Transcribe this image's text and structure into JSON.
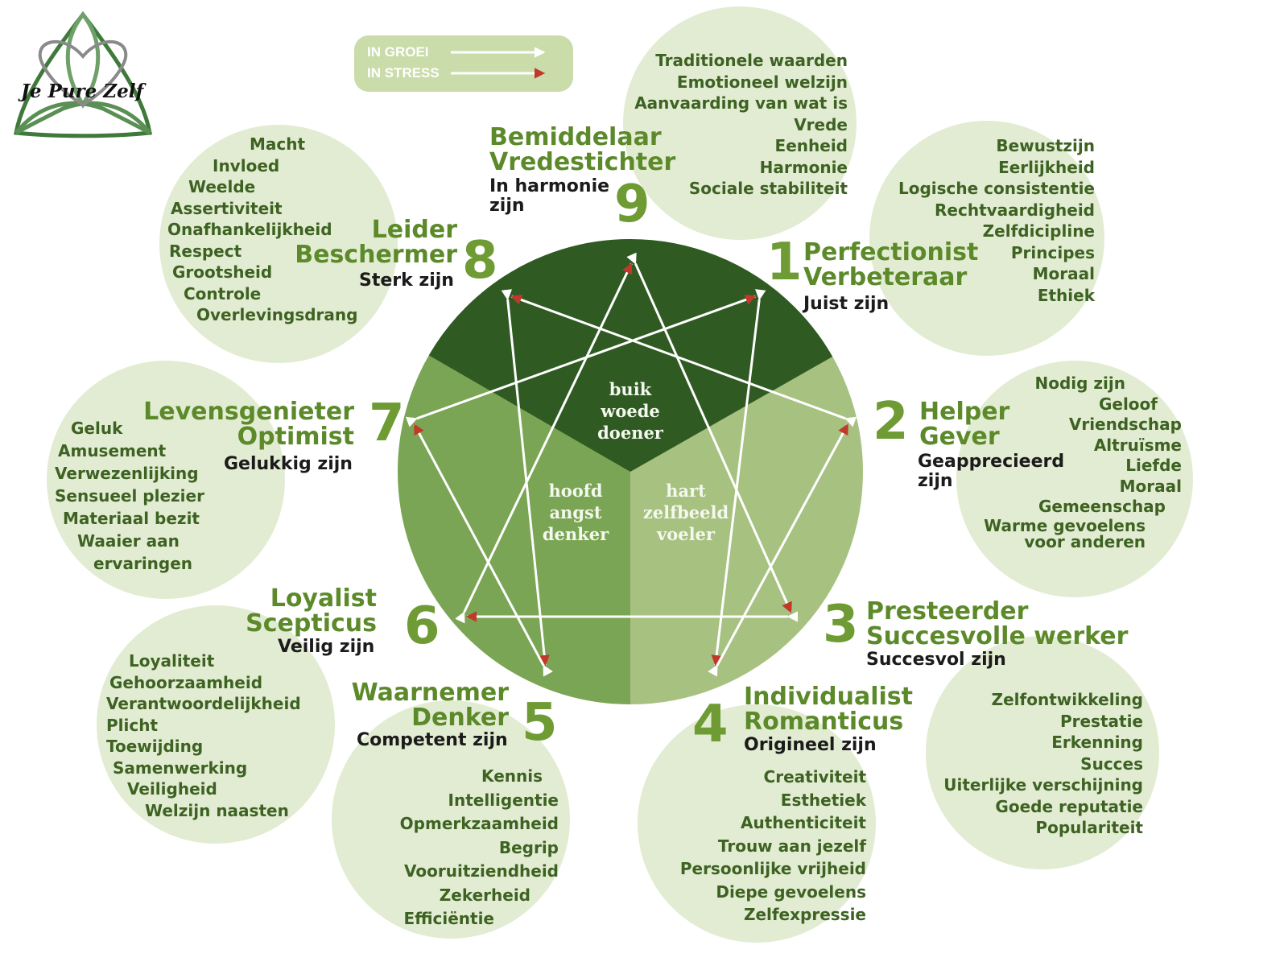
{
  "logo": {
    "text": "Je Pure Zelf"
  },
  "legend": {
    "growth": "IN GROEI",
    "stress": "IN STRESS",
    "growth_arrow_color": "#ffffff",
    "stress_arrow_color": "#c0392b"
  },
  "colors": {
    "bubble": "#e2ecd2",
    "gut_center": "#2f5a22",
    "head_center": "#7aa554",
    "heart_center": "#a7c181",
    "title": "#5c8a2a",
    "value_text": "#3d6222"
  },
  "centers": [
    {
      "id": "buik",
      "lines": [
        "buik",
        "woede",
        "doener"
      ]
    },
    {
      "id": "hoofd",
      "lines": [
        "hoofd",
        "angst",
        "denker"
      ]
    },
    {
      "id": "hart",
      "lines": [
        "hart",
        "zelfbeeld",
        "voeler"
      ]
    }
  ],
  "types": [
    {
      "number": "1",
      "titles": [
        "Perfectionist",
        "Verbeteraar"
      ],
      "desc": [
        "Juist zijn"
      ],
      "values": [
        "Bewustzijn",
        "Eerlijkheid",
        "Logische consistentie",
        "Rechtvaardigheid",
        "Zelfdicipline",
        "Principes",
        "Moraal",
        "Ethiek"
      ]
    },
    {
      "number": "2",
      "titles": [
        "Helper",
        "Gever"
      ],
      "desc": [
        "Geapprecieerd",
        "zijn"
      ],
      "values": [
        "Nodig zijn",
        "Geloof",
        "Vriendschap",
        "Altruïsme",
        "Liefde",
        "Moraal",
        "Gemeenschap",
        "Warme gevoelens",
        "voor anderen"
      ]
    },
    {
      "number": "3",
      "titles": [
        "Presteerder",
        "Succesvolle werker"
      ],
      "desc": [
        "Succesvol zijn"
      ],
      "values": [
        "Zelfontwikkeling",
        "Prestatie",
        "Erkenning",
        "Succes",
        "Uiterlijke verschijning",
        "Goede reputatie",
        "Populariteit"
      ]
    },
    {
      "number": "4",
      "titles": [
        "Individualist",
        "Romanticus"
      ],
      "desc": [
        "Origineel zijn"
      ],
      "values": [
        "Creativiteit",
        "Esthetiek",
        "Authenticiteit",
        "Trouw aan jezelf",
        "Persoonlijke vrijheid",
        "Diepe gevoelens",
        "Zelfexpressie"
      ]
    },
    {
      "number": "5",
      "titles": [
        "Waarnemer",
        "Denker"
      ],
      "desc": [
        "Competent zijn"
      ],
      "values": [
        "Kennis",
        "Intelligentie",
        "Opmerkzaamheid",
        "Begrip",
        "Vooruitziendheid",
        "Zekerheid",
        "Efficiëntie"
      ]
    },
    {
      "number": "6",
      "titles": [
        "Loyalist",
        "Scepticus"
      ],
      "desc": [
        "Veilig zijn"
      ],
      "values": [
        "Loyaliteit",
        "Gehoorzaamheid",
        "Verantwoordelijkheid",
        "Plicht",
        "Toewijding",
        "Samenwerking",
        "Veiligheid",
        "Welzijn naasten"
      ]
    },
    {
      "number": "7",
      "titles": [
        "Levensgenieter",
        "Optimist"
      ],
      "desc": [
        "Gelukkig zijn"
      ],
      "values": [
        "Geluk",
        "Amusement",
        "Verwezenlijking",
        "Sensueel plezier",
        "Materiaal bezit",
        "Waaier aan",
        "ervaringen"
      ]
    },
    {
      "number": "8",
      "titles": [
        "Leider",
        "Beschermer"
      ],
      "desc": [
        "Sterk zijn"
      ],
      "values": [
        "Macht",
        "Invloed",
        "Weelde",
        "Assertiviteit",
        "Onafhankelijkheid",
        "Respect",
        "Grootsheid",
        "Controle",
        "Overlevingsdrang"
      ]
    },
    {
      "number": "9",
      "titles": [
        "Bemiddelaar",
        "Vredestichter"
      ],
      "desc": [
        "In harmonie",
        "zijn"
      ],
      "values": [
        "Traditionele waarden",
        "Emotioneel welzijn",
        "Aanvaarding van wat is",
        "Vrede",
        "Eenheid",
        "Harmonie",
        "Sociale stabiliteit"
      ]
    }
  ]
}
